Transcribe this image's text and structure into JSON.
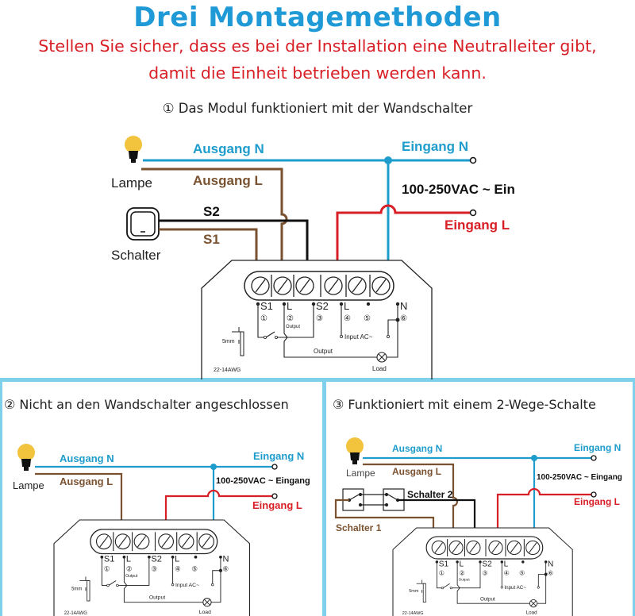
{
  "header": {
    "title": "Drei Montagemethoden",
    "warning_line1": "Stellen Sie sicher, dass es bei der Installation eine Neutralleiter gibt,",
    "warning_line2": "damit die Einheit betrieben werden kann."
  },
  "colors": {
    "title": "#1f9ad6",
    "warning": "#d81f26",
    "neutral_wire": "#1e9ccc",
    "load_wire": "#7a5230",
    "live_wire": "#d81f26",
    "switch_wire": "#111111",
    "panel_border": "#7fd0ea",
    "lamp_bulb": "#f2c33c"
  },
  "panels": [
    {
      "heading": "① Das Modul funktioniert mit der Wandschalter",
      "lamp_label": "Lampe",
      "switch_label": "Schalter",
      "out_n": "Ausgang N",
      "out_l": "Ausgang L",
      "s2": "S2",
      "s1": "S1",
      "in_n": "Eingang N",
      "in_l": "Eingang L",
      "voltage": "100-250VAC ~ Ein"
    },
    {
      "heading": "② Nicht an den Wandschalter angeschlossen",
      "lamp_label": "Lampe",
      "out_n": "Ausgang N",
      "out_l": "Ausgang L",
      "in_n": "Eingang N",
      "in_l": "Eingang L",
      "voltage": "100-250VAC ~ Eingang"
    },
    {
      "heading": "③ Funktioniert mit einem 2-Wege-Schalte",
      "lamp_label": "Lampe",
      "out_n": "Ausgang N",
      "out_l": "Ausgang L",
      "switch2_label": "Schalter 2",
      "switch1_label": "Schalter 1",
      "in_n": "Eingang N",
      "in_l": "Eingang L",
      "voltage": "100-250VAC ~ Eingang"
    }
  ],
  "module": {
    "terminals": [
      "S1",
      "L",
      "S2",
      "L",
      "•",
      "N"
    ],
    "terminal_numbers": [
      "①",
      "②",
      "③",
      "④",
      "⑤",
      "⑥"
    ],
    "output_small": "Output",
    "input_ac": "Input  AC~",
    "output": "Output",
    "load": "Load",
    "strip_length": "5mm",
    "wire_gauge": "22-14AWG"
  }
}
